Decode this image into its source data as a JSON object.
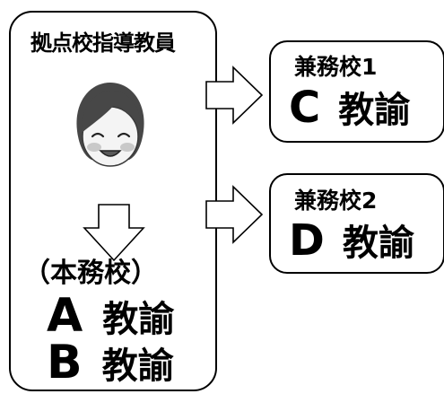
{
  "main": {
    "title": "拠点校指導教員",
    "home_school_label": "（本務校）",
    "teachers": [
      {
        "letter": "A",
        "role": "教諭"
      },
      {
        "letter": "B",
        "role": "教諭"
      }
    ]
  },
  "side_schools": [
    {
      "title": "兼務校1",
      "letter": "C",
      "role": "教諭"
    },
    {
      "title": "兼務校2",
      "letter": "D",
      "role": "教諭"
    }
  ],
  "icons": {
    "teacher_face": "teacher-face-icon",
    "arrow_down": "arrow-down-icon",
    "arrow_right": "arrow-right-icon"
  },
  "colors": {
    "border": "#000000",
    "hair": "#474747",
    "face": "#f4f4f4",
    "cheek": "#c9c9c9"
  }
}
